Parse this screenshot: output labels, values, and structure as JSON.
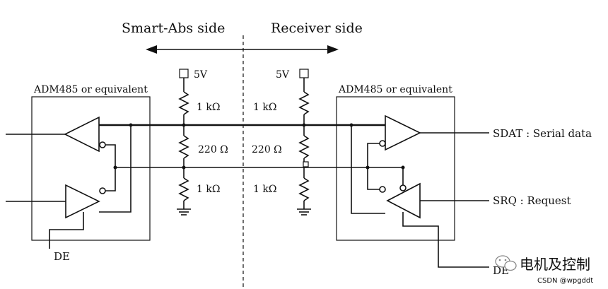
{
  "labels": {
    "left_side": "Smart-Abs side",
    "right_side": "Receiver side",
    "left_chip": "ADM485 or equivalent",
    "right_chip": "ADM485 or equivalent",
    "left_vcc": "5V",
    "right_vcc": "5V",
    "left_r_top": "1 kΩ",
    "left_r_mid": "220 Ω",
    "left_r_bot": "1 kΩ",
    "right_r_top": "1 kΩ",
    "right_r_mid": "220 Ω",
    "right_r_bot": "1 kΩ",
    "sdat": "SDAT : Serial data",
    "srq": "SRQ : Request",
    "de_left": "DE",
    "de_right": "DE"
  },
  "watermark": {
    "brand": "电机及控制",
    "credit": "CSDN @wpgddt"
  }
}
